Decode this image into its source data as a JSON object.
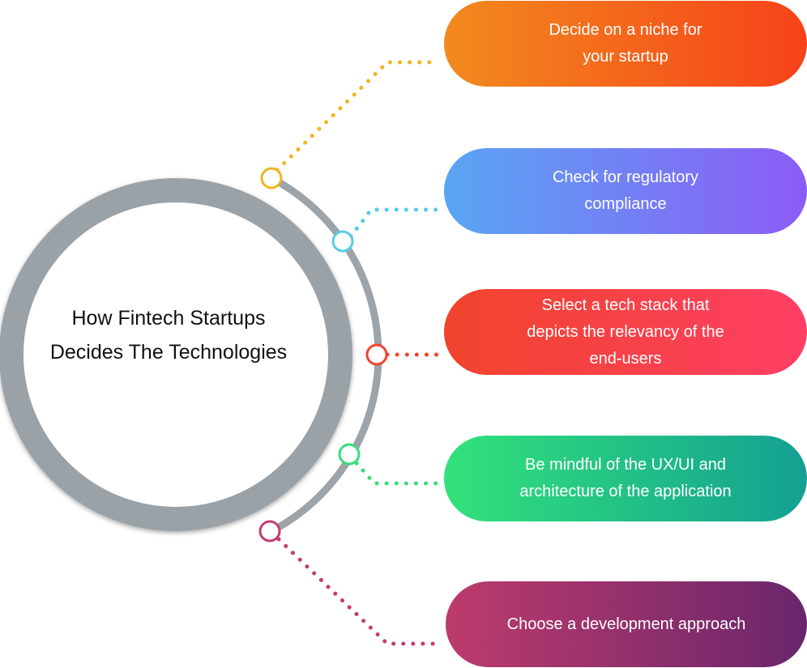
{
  "center": {
    "title_lines": [
      "How Fintech Startups",
      "Decides The Technologies"
    ]
  },
  "steps": [
    {
      "lines": [
        "Decide on a niche for",
        "your startup"
      ],
      "gradient": [
        "#f28a1e",
        "#f6421a"
      ],
      "connector_color": "#f0b522"
    },
    {
      "lines": [
        "Check for regulatory",
        "compliance"
      ],
      "gradient": [
        "#5aa5f3",
        "#8b5cf6"
      ],
      "connector_color": "#56cbe8"
    },
    {
      "lines": [
        "Select a tech stack that",
        "depicts the relevancy of the",
        "end-users"
      ],
      "gradient": [
        "#f0442c",
        "#fe3f64"
      ],
      "connector_color": "#f1452f"
    },
    {
      "lines": [
        "Be mindful of the UX/UI and",
        "architecture of the application"
      ],
      "gradient": [
        "#32e27a",
        "#14a092"
      ],
      "connector_color": "#37dd7b"
    },
    {
      "lines": [
        "Choose a development approach"
      ],
      "gradient": [
        "#bd3b6c",
        "#6a266c"
      ],
      "connector_color": "#c33d6e"
    }
  ],
  "ring": {
    "outer_color": "#9aa2a8",
    "arc_color": "#9ca4a9"
  }
}
